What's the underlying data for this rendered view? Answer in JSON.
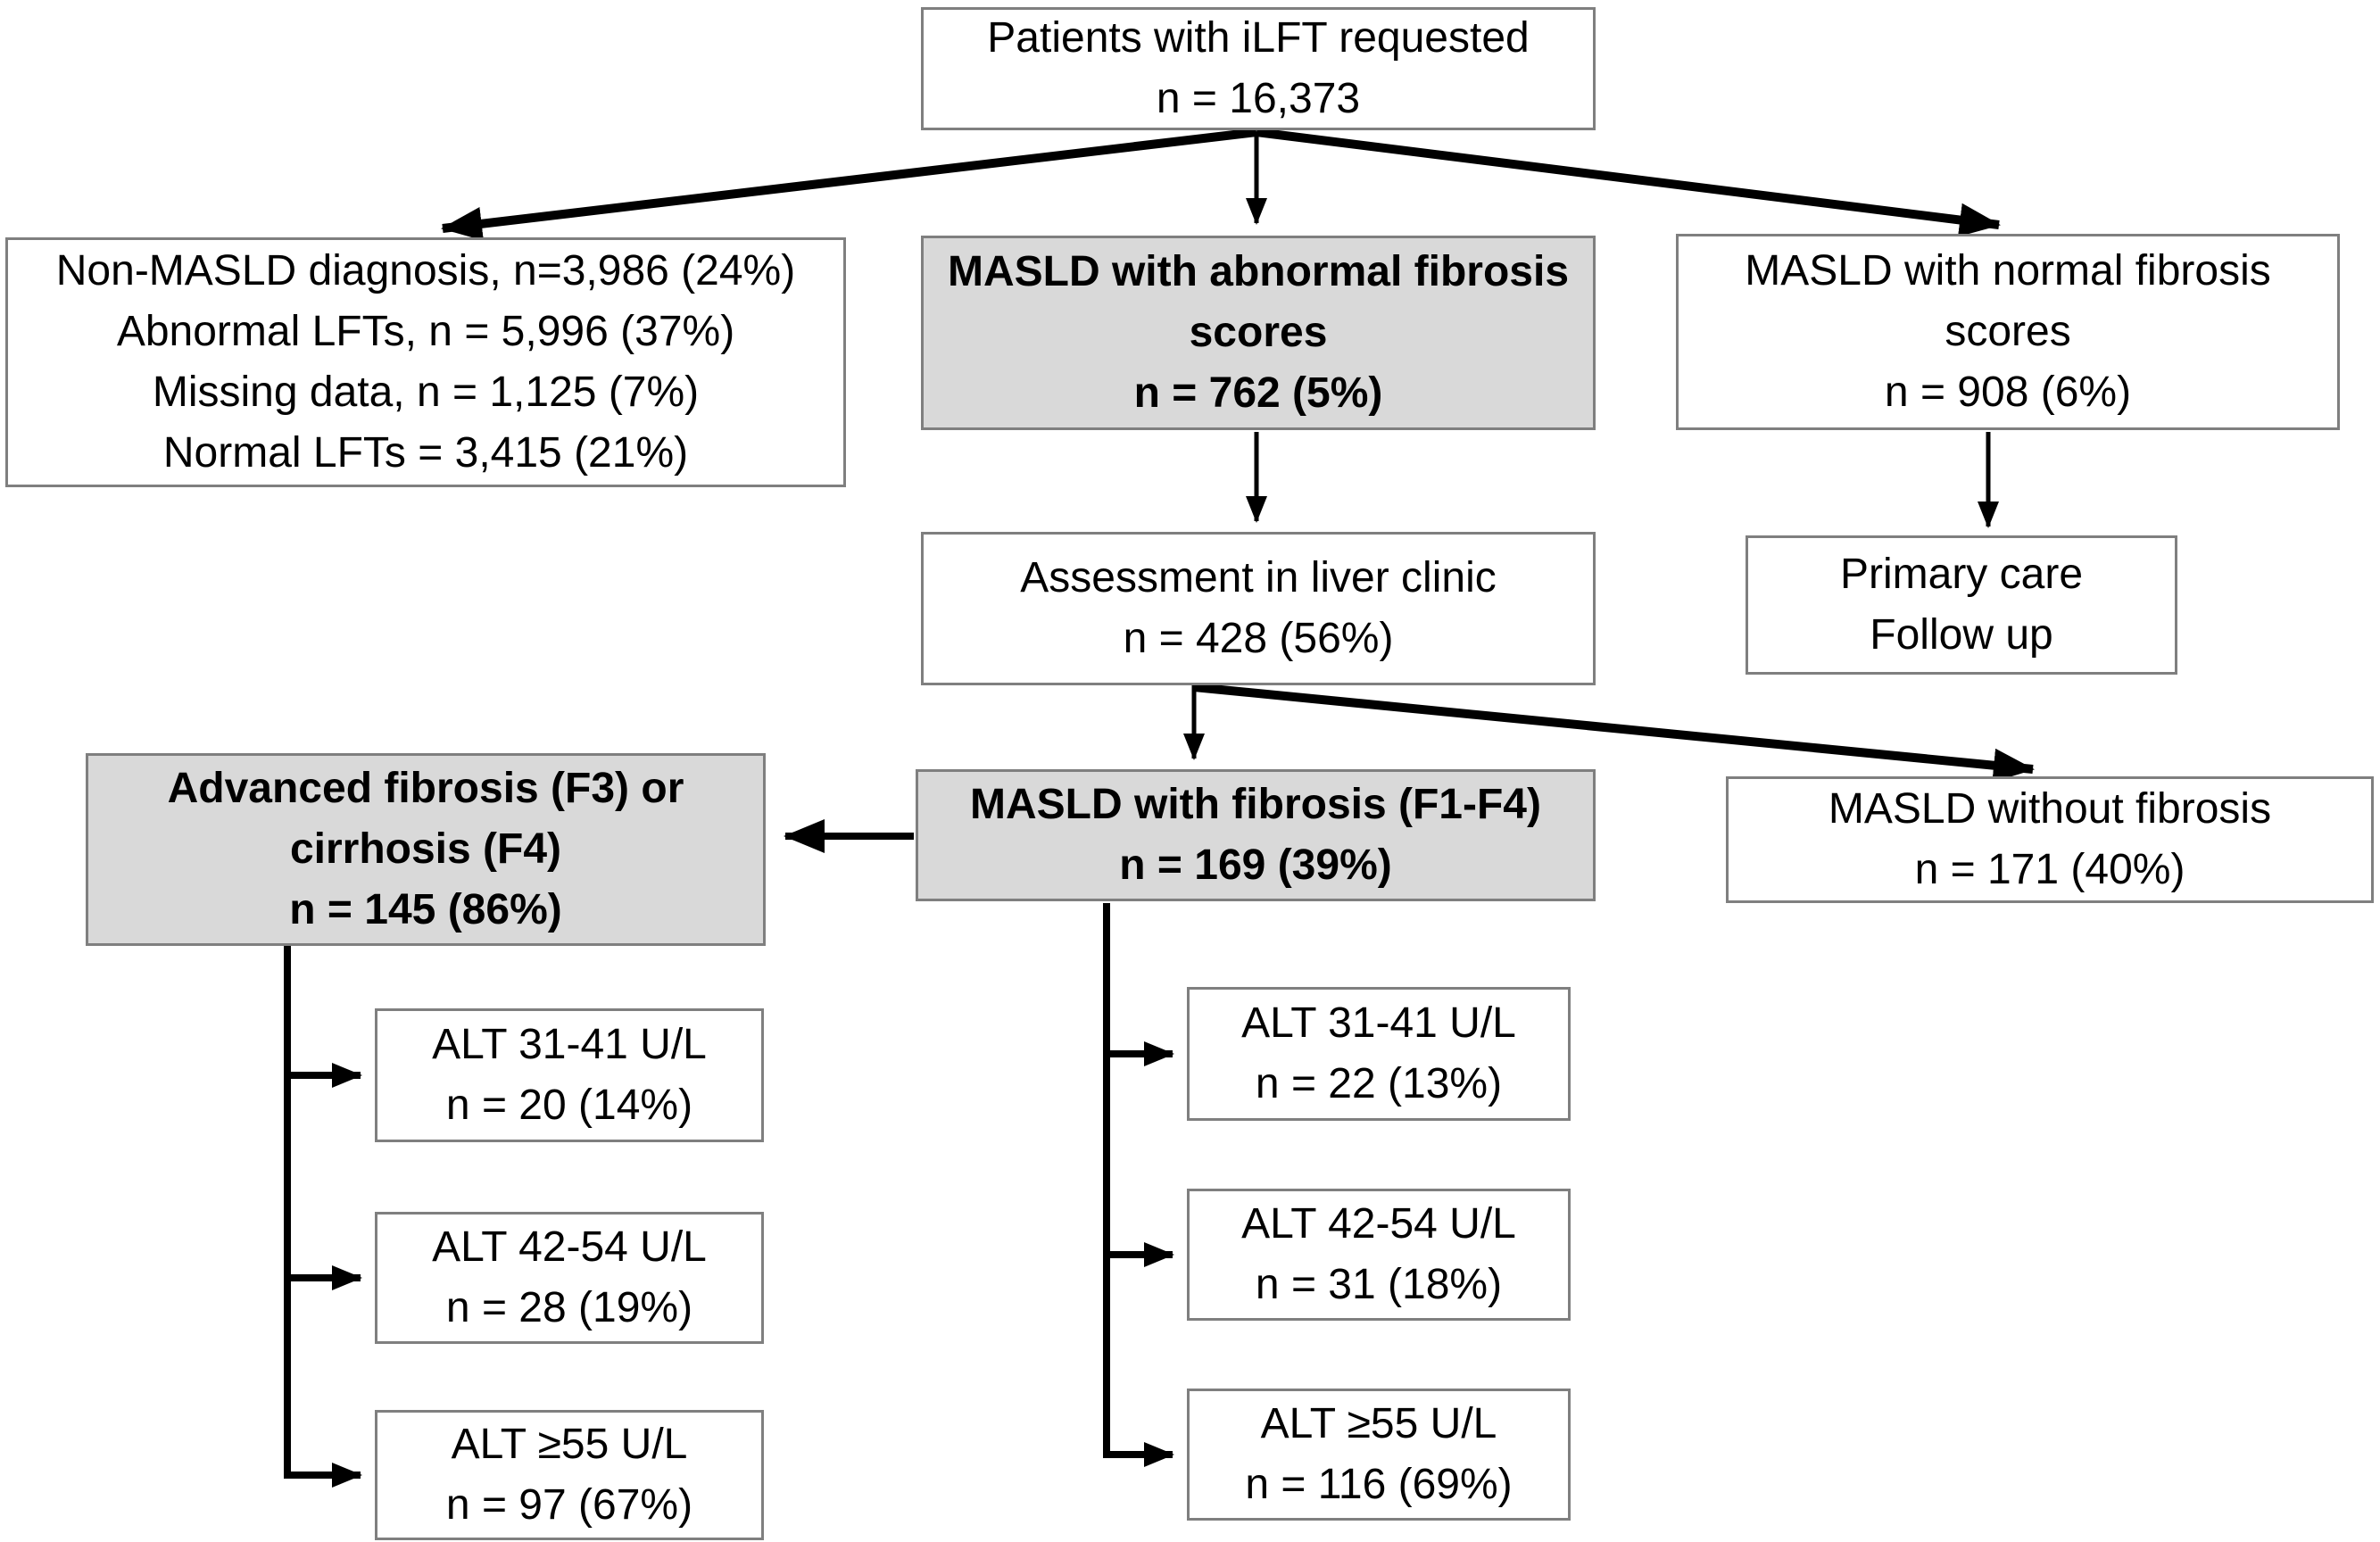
{
  "colors": {
    "highlight_fill": "#d9d9d9",
    "box_fill": "#ffffff",
    "box_border": "#7f7f7f",
    "arrow": "#000000",
    "text": "#000000"
  },
  "boxes": {
    "root": {
      "lines": [
        "Patients with iLFT requested",
        "n = 16,373"
      ]
    },
    "excluded": {
      "lines": [
        "Non-MASLD diagnosis, n=3,986 (24%)",
        "Abnormal LFTs, n = 5,996 (37%)",
        "Missing data, n = 1,125 (7%)",
        "Normal LFTs = 3,415 (21%)"
      ]
    },
    "abnormal_fibrosis": {
      "lines": [
        "MASLD with abnormal fibrosis",
        "scores",
        "n = 762 (5%)"
      ]
    },
    "normal_fibrosis": {
      "lines": [
        "MASLD with normal fibrosis",
        "scores",
        "n = 908 (6%)"
      ]
    },
    "liver_clinic": {
      "lines": [
        "Assessment in liver clinic",
        "n = 428 (56%)"
      ]
    },
    "primary_care": {
      "lines": [
        "Primary care",
        "Follow up"
      ]
    },
    "advanced_fibrosis": {
      "lines": [
        "Advanced fibrosis (F3) or",
        "cirrhosis (F4)",
        "n = 145 (86%)"
      ]
    },
    "fibrosis_f1f4": {
      "lines": [
        "MASLD with fibrosis (F1-F4)",
        "n = 169 (39%)"
      ]
    },
    "without_fibrosis": {
      "lines": [
        "MASLD without fibrosis",
        "n = 171 (40%)"
      ]
    },
    "adv_alt_31_41": {
      "lines": [
        "ALT 31-41 U/L",
        "n = 20 (14%)"
      ]
    },
    "adv_alt_42_54": {
      "lines": [
        "ALT 42-54 U/L",
        "n = 28 (19%)"
      ]
    },
    "adv_alt_ge55": {
      "lines": [
        "ALT ≥55 U/L",
        "n = 97 (67%)"
      ]
    },
    "fib_alt_31_41": {
      "lines": [
        "ALT 31-41 U/L",
        "n = 22 (13%)"
      ]
    },
    "fib_alt_42_54": {
      "lines": [
        "ALT 42-54 U/L",
        "n = 31 (18%)"
      ]
    },
    "fib_alt_ge55": {
      "lines": [
        "ALT ≥55 U/L",
        "n = 116 (69%)"
      ]
    }
  },
  "edges": [
    {
      "from": "root",
      "to": "excluded"
    },
    {
      "from": "root",
      "to": "abnormal_fibrosis"
    },
    {
      "from": "root",
      "to": "normal_fibrosis"
    },
    {
      "from": "abnormal_fibrosis",
      "to": "liver_clinic"
    },
    {
      "from": "normal_fibrosis",
      "to": "primary_care"
    },
    {
      "from": "liver_clinic",
      "to": "fibrosis_f1f4"
    },
    {
      "from": "liver_clinic",
      "to": "without_fibrosis"
    },
    {
      "from": "fibrosis_f1f4",
      "to": "advanced_fibrosis"
    },
    {
      "from": "advanced_fibrosis",
      "to": "adv_alt_31_41"
    },
    {
      "from": "advanced_fibrosis",
      "to": "adv_alt_42_54"
    },
    {
      "from": "advanced_fibrosis",
      "to": "adv_alt_ge55"
    },
    {
      "from": "fibrosis_f1f4",
      "to": "fib_alt_31_41"
    },
    {
      "from": "fibrosis_f1f4",
      "to": "fib_alt_42_54"
    },
    {
      "from": "fibrosis_f1f4",
      "to": "fib_alt_ge55"
    }
  ]
}
